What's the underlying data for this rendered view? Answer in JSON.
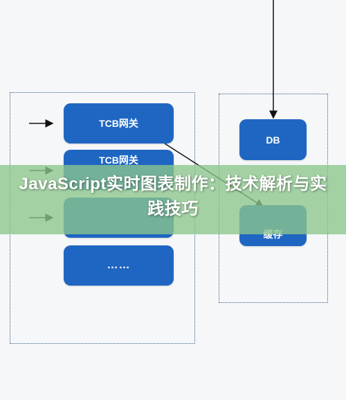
{
  "diagram": {
    "nodes": {
      "gateway_1": "TCB网关",
      "gateway_2": "TCB网关",
      "gateway_4": "……",
      "db": "DB",
      "cache": "缓存"
    }
  },
  "banner": {
    "title": "JavaScript实时图表制作：技术解析与实践技巧"
  },
  "colors": {
    "node_fill": "#1f66c2",
    "group_border": "#2f5d86",
    "banner_overlay": "#8cc68c"
  }
}
